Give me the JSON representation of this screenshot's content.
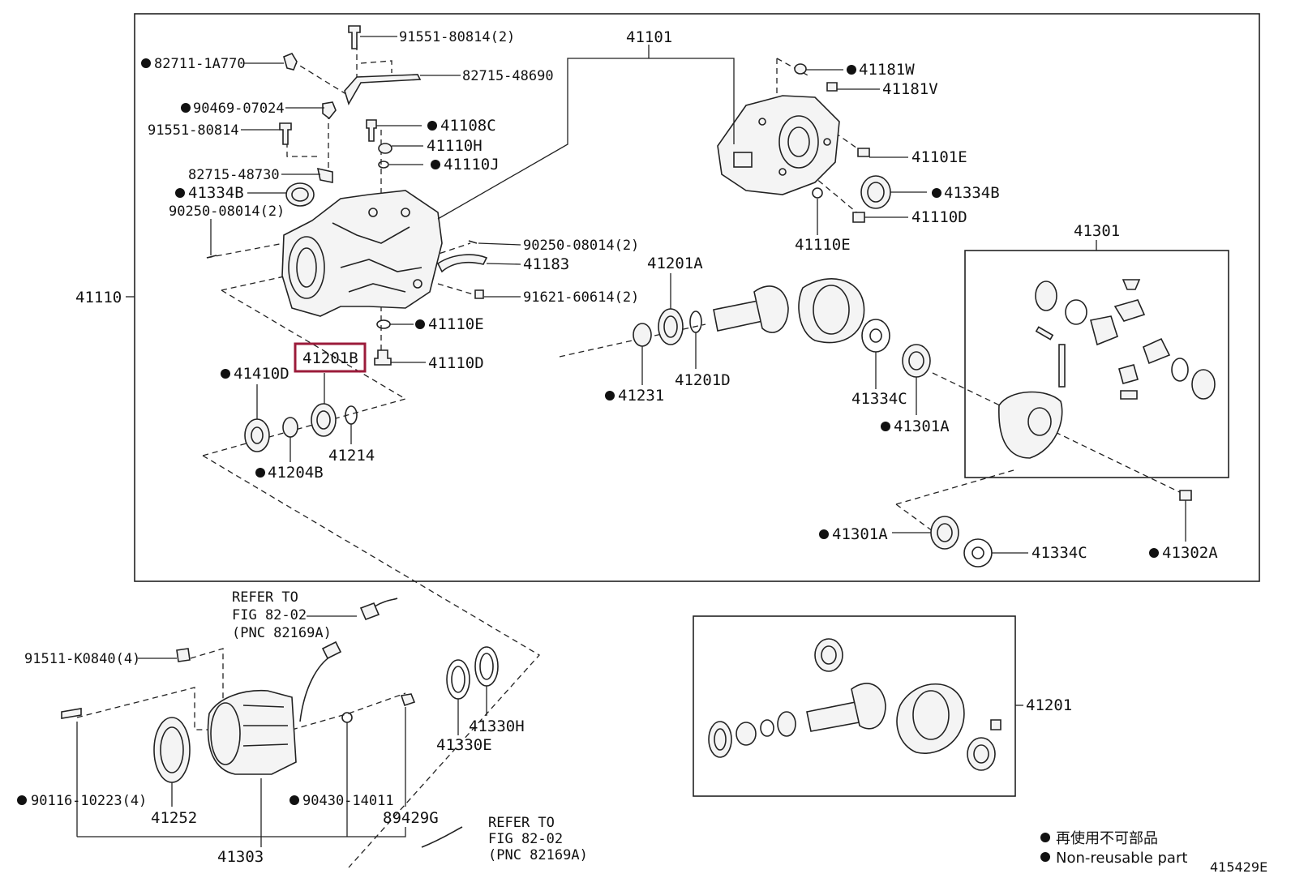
{
  "figure_code": "415429E",
  "legend": {
    "jp": "再使用不可部品",
    "en": "Non-reusable part"
  },
  "highlighted_part": "41201B",
  "labels": {
    "p91551_80814_2": "91551-80814(2)",
    "p82711_1A770": "82711-1A770",
    "p82715_48690": "82715-48690",
    "p90469_07024": "90469-07024",
    "p91551_80814": "91551-80814",
    "p41108C": "41108C",
    "p41110H": "41110H",
    "p41110J": "41110J",
    "p82715_48730": "82715-48730",
    "p41334B_l": "41334B",
    "p90250_08014_2_l": "90250-08014(2)",
    "p90250_08014_2_r": "90250-08014(2)",
    "p41183": "41183",
    "p91621_60614_2": "91621-60614(2)",
    "p41110": "41110",
    "p41110E_l": "41110E",
    "p41201B": "41201B",
    "p41110D_l": "41110D",
    "p41410D": "41410D",
    "p41214": "41214",
    "p41204B": "41204B",
    "p41101": "41101",
    "p41181W": "41181W",
    "p41181V": "41181V",
    "p41101E": "41101E",
    "p41334B_r": "41334B",
    "p41110D_r": "41110D",
    "p41110E_r": "41110E",
    "p41301": "41301",
    "p41201A": "41201A",
    "p41201D": "41201D",
    "p41231": "41231",
    "p41334C_u": "41334C",
    "p41301A_u": "41301A",
    "p41301A_l": "41301A",
    "p41334C_l": "41334C",
    "p41302A": "41302A",
    "refer1_a": "REFER TO",
    "refer1_b": "FIG 82-02",
    "refer1_c": "(PNC 82169A)",
    "p91511_K0840_4": "91511-K0840(4)",
    "p90116_10223_4": "90116-10223(4)",
    "p41252": "41252",
    "p90430_14011": "90430-14011",
    "p89429G": "89429G",
    "p41330H": "41330H",
    "p41330E": "41330E",
    "p41303": "41303",
    "refer2_a": "REFER TO",
    "refer2_b": "FIG 82-02",
    "refer2_c": "(PNC 82169A)",
    "p41201": "41201"
  }
}
